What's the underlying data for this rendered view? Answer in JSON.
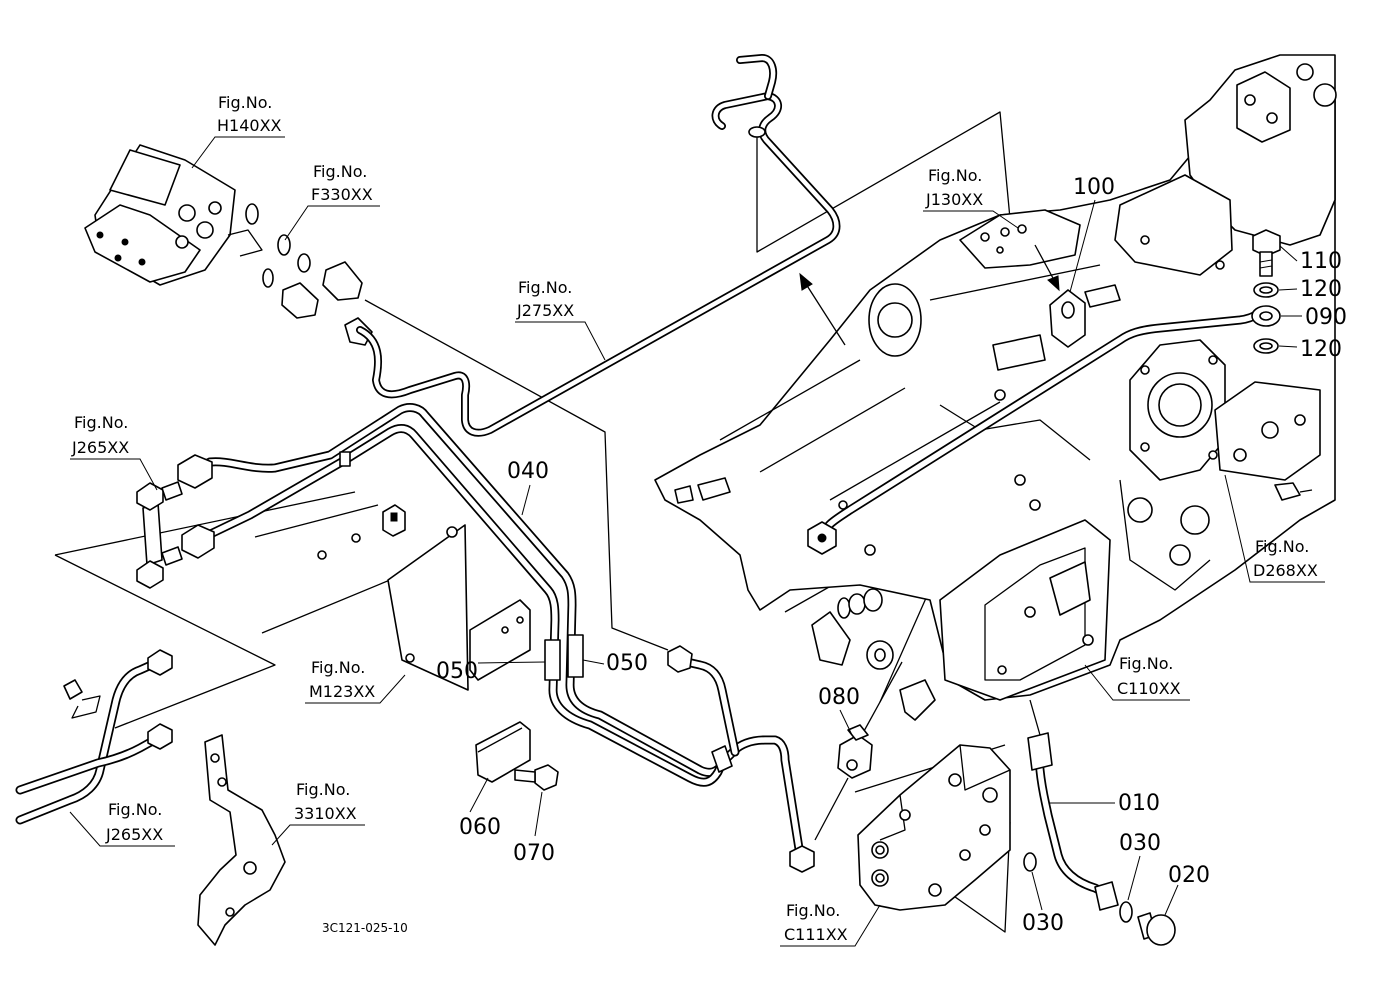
{
  "figure_refs": [
    {
      "label": "Fig.No.",
      "code": "H140XX"
    },
    {
      "label": "Fig.No.",
      "code": "F330XX"
    },
    {
      "label": "Fig.No.",
      "code": "J275XX"
    },
    {
      "label": "Fig.No.",
      "code": "J130XX"
    },
    {
      "label": "Fig.No.",
      "code": "J265XX"
    },
    {
      "label": "Fig.No.",
      "code": "D268XX"
    },
    {
      "label": "Fig.No.",
      "code": "M123XX"
    },
    {
      "label": "Fig.No.",
      "code": "C110XX"
    },
    {
      "label": "Fig.No.",
      "code": "J265XX"
    },
    {
      "label": "Fig.No.",
      "code": "3310XX"
    },
    {
      "label": "Fig.No.",
      "code": "C111XX"
    }
  ],
  "part_numbers": [
    "100",
    "110",
    "120",
    "090",
    "120",
    "040",
    "050",
    "050",
    "080",
    "010",
    "060",
    "070",
    "030",
    "020",
    "030"
  ],
  "drawing_number": "3C121-025-10"
}
